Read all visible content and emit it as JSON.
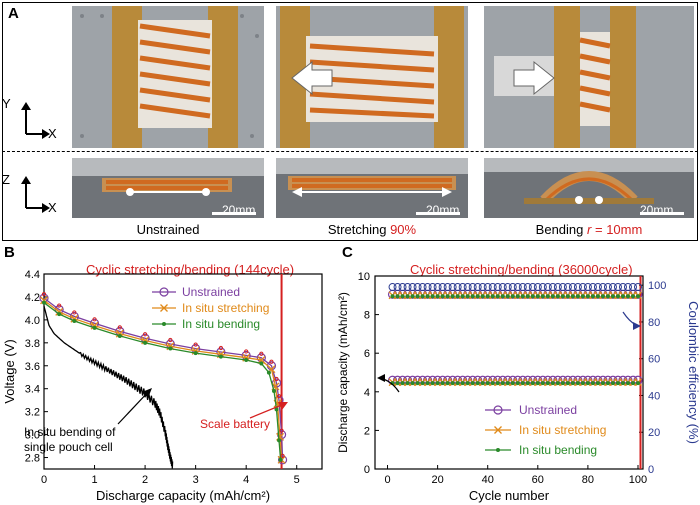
{
  "panel_a": {
    "letter": "A",
    "axes_top": {
      "vertical": "Y",
      "horizontal": "X"
    },
    "axes_bottom": {
      "vertical": "Z",
      "horizontal": "X"
    },
    "scale_bars": [
      "20mm",
      "20mm",
      "20mm"
    ],
    "captions": {
      "unstrained": "Unstrained",
      "stretching": "Stretching",
      "stretching_value": "90%",
      "bending": "Bending",
      "bending_r": "r",
      "bending_value": "= 10mm"
    }
  },
  "panel_b": {
    "letter": "B",
    "title": "Cyclic stretching/bending  (144cycle)",
    "legend": [
      "Unstrained",
      "In situ stretching",
      "In situ bending"
    ],
    "annotation_single": [
      "In situ bending of",
      "single pouch cell"
    ],
    "annotation_scale": "Scale battery",
    "colors": {
      "unstrained": "#7b3fa0",
      "stretching": "#e08a1a",
      "bending": "#2a8a2a",
      "single": "#000000",
      "marker": "#d52020"
    }
  },
  "panel_c": {
    "letter": "C",
    "title": "Cyclic stretching/bending (36000cycle)",
    "legend": [
      "Unstrained",
      "In situ stretching",
      "In situ bending"
    ],
    "colors": {
      "unstrained": "#7b3fa0",
      "stretching": "#e08a1a",
      "bending": "#2a8a2a",
      "efficiency": "#2b3a8f",
      "marker": "#d52020"
    }
  },
  "chart_data": [
    {
      "type": "line",
      "title": "Cyclic stretching/bending  (144cycle)",
      "xlabel": "Discharge capacity (mAh/cm²)",
      "ylabel": "Voltage (V)",
      "xlim": [
        0,
        5.5
      ],
      "ylim": [
        2.7,
        4.4
      ],
      "xticks": [
        0,
        1,
        2,
        3,
        4,
        5
      ],
      "yticks": [
        2.8,
        3.0,
        3.2,
        3.4,
        3.6,
        3.8,
        4.0,
        4.2,
        4.4
      ],
      "vline_x": 4.7,
      "series": [
        {
          "name": "Unstrained",
          "x": [
            0,
            0.3,
            0.6,
            1.0,
            1.5,
            2.0,
            2.5,
            3.0,
            3.5,
            4.0,
            4.3,
            4.5,
            4.6,
            4.65,
            4.7,
            4.72
          ],
          "y": [
            4.19,
            4.09,
            4.03,
            3.97,
            3.9,
            3.84,
            3.79,
            3.75,
            3.72,
            3.69,
            3.67,
            3.6,
            3.45,
            3.3,
            3.0,
            2.78
          ]
        },
        {
          "name": "In situ stretching",
          "x": [
            0,
            0.3,
            0.6,
            1.0,
            1.5,
            2.0,
            2.5,
            3.0,
            3.5,
            4.0,
            4.3,
            4.5,
            4.58,
            4.62,
            4.67,
            4.7
          ],
          "y": [
            4.17,
            4.07,
            4.01,
            3.95,
            3.88,
            3.82,
            3.77,
            3.73,
            3.7,
            3.67,
            3.65,
            3.57,
            3.42,
            3.27,
            2.98,
            2.78
          ]
        },
        {
          "name": "In situ bending",
          "x": [
            0,
            0.3,
            0.6,
            1.0,
            1.5,
            2.0,
            2.5,
            3.0,
            3.5,
            4.0,
            4.3,
            4.45,
            4.55,
            4.6,
            4.65,
            4.68
          ],
          "y": [
            4.15,
            4.05,
            3.99,
            3.93,
            3.86,
            3.8,
            3.75,
            3.71,
            3.68,
            3.65,
            3.62,
            3.54,
            3.38,
            3.22,
            2.95,
            2.78
          ]
        },
        {
          "x": [
            0,
            0.1,
            0.2,
            0.4,
            0.6,
            0.8,
            1.0,
            1.2,
            1.4,
            1.6,
            1.8,
            2.0,
            2.2,
            2.3,
            2.4,
            2.45,
            2.5,
            2.55
          ],
          "y": [
            4.12,
            3.95,
            3.88,
            3.8,
            3.74,
            3.68,
            3.63,
            3.58,
            3.53,
            3.48,
            3.42,
            3.36,
            3.27,
            3.18,
            3.02,
            2.9,
            2.8,
            2.72
          ]
        }
      ],
      "annotations": [
        "In situ bending of single pouch cell",
        "Scale battery"
      ]
    },
    {
      "type": "scatter",
      "title": "Cyclic stretching/bending (36000cycle)",
      "xlabel": "Cycle number",
      "ylabel": "Discharge capacity (mAh/cm²)",
      "y2label": "Coulombic efficiency (%)",
      "xlim": [
        -5,
        102
      ],
      "ylim": [
        0,
        10
      ],
      "y2lim": [
        0,
        105
      ],
      "xticks": [
        0,
        20,
        40,
        60,
        80,
        100
      ],
      "yticks": [
        0,
        2,
        4,
        6,
        8,
        10
      ],
      "y2ticks": [
        0,
        20,
        40,
        60,
        80,
        100
      ],
      "vline_x": 101,
      "series": [
        {
          "name": "Unstrained",
          "axis": "left",
          "x_start": 2,
          "x_end": 100,
          "x_step": 2,
          "y": 4.6
        },
        {
          "name": "In situ stretching",
          "axis": "left",
          "x_start": 2,
          "x_end": 100,
          "x_step": 2,
          "y": 4.5
        },
        {
          "name": "In situ bending",
          "axis": "left",
          "x_start": 2,
          "x_end": 100,
          "x_step": 2,
          "y": 4.45
        },
        {
          "name": "Coulombic efficiency",
          "axis": "right",
          "x_start": 2,
          "x_end": 100,
          "x_step": 2,
          "y": 99
        }
      ]
    }
  ]
}
